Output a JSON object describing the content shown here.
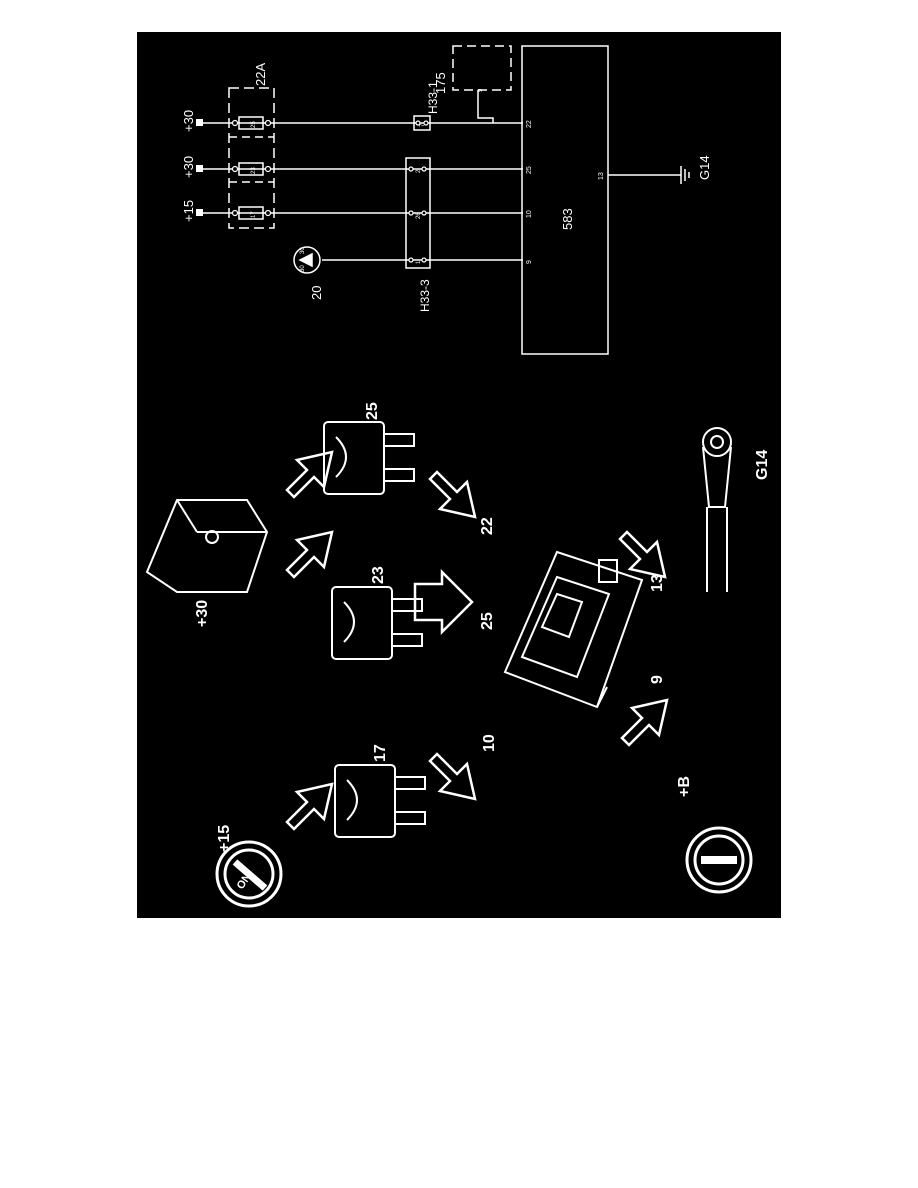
{
  "colors": {
    "background": "#000000",
    "line": "#ffffff",
    "page": "#ffffff"
  },
  "supply_labels": {
    "ignition_on": "+15",
    "battery_a": "+30",
    "battery_b": "+30"
  },
  "battery_label_main": "+30",
  "battery_plus_label": "+B",
  "ignition_key_text": "ON",
  "fuses": {
    "f17": "17",
    "f23": "23",
    "f25": "25"
  },
  "fuse_box_label": "22A",
  "ecu_label": "583",
  "ground_label": "G14",
  "connectors": {
    "h33_1": "H33-1",
    "h33_3": "H33-3"
  },
  "switch_label": "20",
  "optional_module_label": "175",
  "pins": {
    "p10": "10",
    "p25": "25",
    "p22": "22",
    "p9": "9",
    "p13": "13"
  },
  "small_pins": {
    "sw30": "30",
    "sw30b": "30",
    "c1": "1",
    "c26": "26",
    "c2": "2",
    "c7": "7",
    "c9": "9"
  }
}
